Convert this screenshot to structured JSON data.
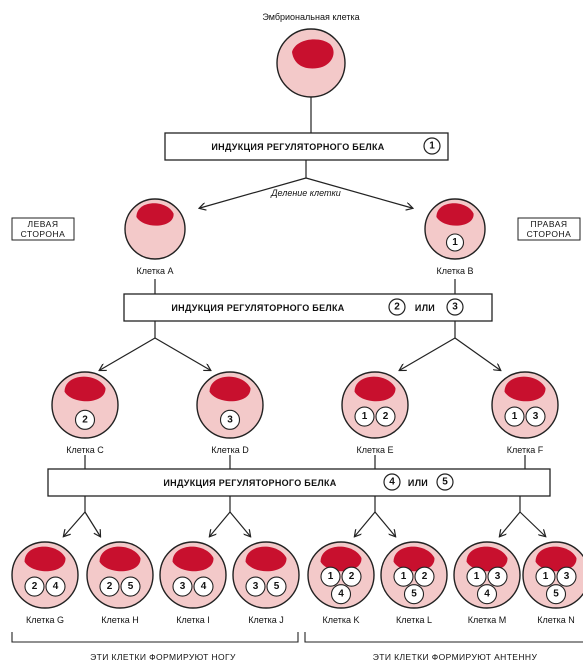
{
  "colors": {
    "cell_fill": "#f3c9c9",
    "nucleus": "#c8102e",
    "stroke": "#222222"
  },
  "top_cell_label": "Эмбриональная клетка",
  "division_label": "Деление клетки",
  "left_side_label": [
    "ЛЕВАЯ",
    "СТОРОНА"
  ],
  "right_side_label": [
    "ПРАВАЯ",
    "СТОРОНА"
  ],
  "box1": {
    "text": "ИНДУКЦИЯ РЕГУЛЯТОРНОГО БЕЛКА",
    "num1": "1"
  },
  "box2": {
    "text": "ИНДУКЦИЯ РЕГУЛЯТОРНОГО БЕЛКА",
    "num1": "2",
    "or": "ИЛИ",
    "num2": "3"
  },
  "box3": {
    "text": "ИНДУКЦИЯ РЕГУЛЯТОРНОГО БЕЛКА",
    "num1": "4",
    "or": "ИЛИ",
    "num2": "5"
  },
  "cells": {
    "A": {
      "label": "Клетка A",
      "proteins": []
    },
    "B": {
      "label": "Клетка B",
      "proteins": [
        "1"
      ]
    },
    "C": {
      "label": "Клетка C",
      "proteins": [
        "2"
      ]
    },
    "D": {
      "label": "Клетка D",
      "proteins": [
        "3"
      ]
    },
    "E": {
      "label": "Клетка E",
      "proteins": [
        "1",
        "2"
      ]
    },
    "F": {
      "label": "Клетка F",
      "proteins": [
        "1",
        "3"
      ]
    },
    "G": {
      "label": "Клетка G",
      "proteins": [
        "2",
        "4"
      ]
    },
    "H": {
      "label": "Клетка H",
      "proteins": [
        "2",
        "5"
      ]
    },
    "I": {
      "label": "Клетка I",
      "proteins": [
        "3",
        "4"
      ]
    },
    "J": {
      "label": "Клетка J",
      "proteins": [
        "3",
        "5"
      ]
    },
    "K": {
      "label": "Клетка K",
      "proteins": [
        "1",
        "2",
        "4"
      ]
    },
    "L": {
      "label": "Клетка L",
      "proteins": [
        "1",
        "2",
        "5"
      ]
    },
    "M": {
      "label": "Клетка M",
      "proteins": [
        "1",
        "3",
        "4"
      ]
    },
    "N": {
      "label": "Клетка N",
      "proteins": [
        "1",
        "3",
        "5"
      ]
    }
  },
  "bottom_left": "ЭТИ КЛЕТКИ ФОРМИРУЮТ НОГУ",
  "bottom_right": "ЭТИ КЛЕТКИ ФОРМИРУЮТ АНТЕННУ"
}
